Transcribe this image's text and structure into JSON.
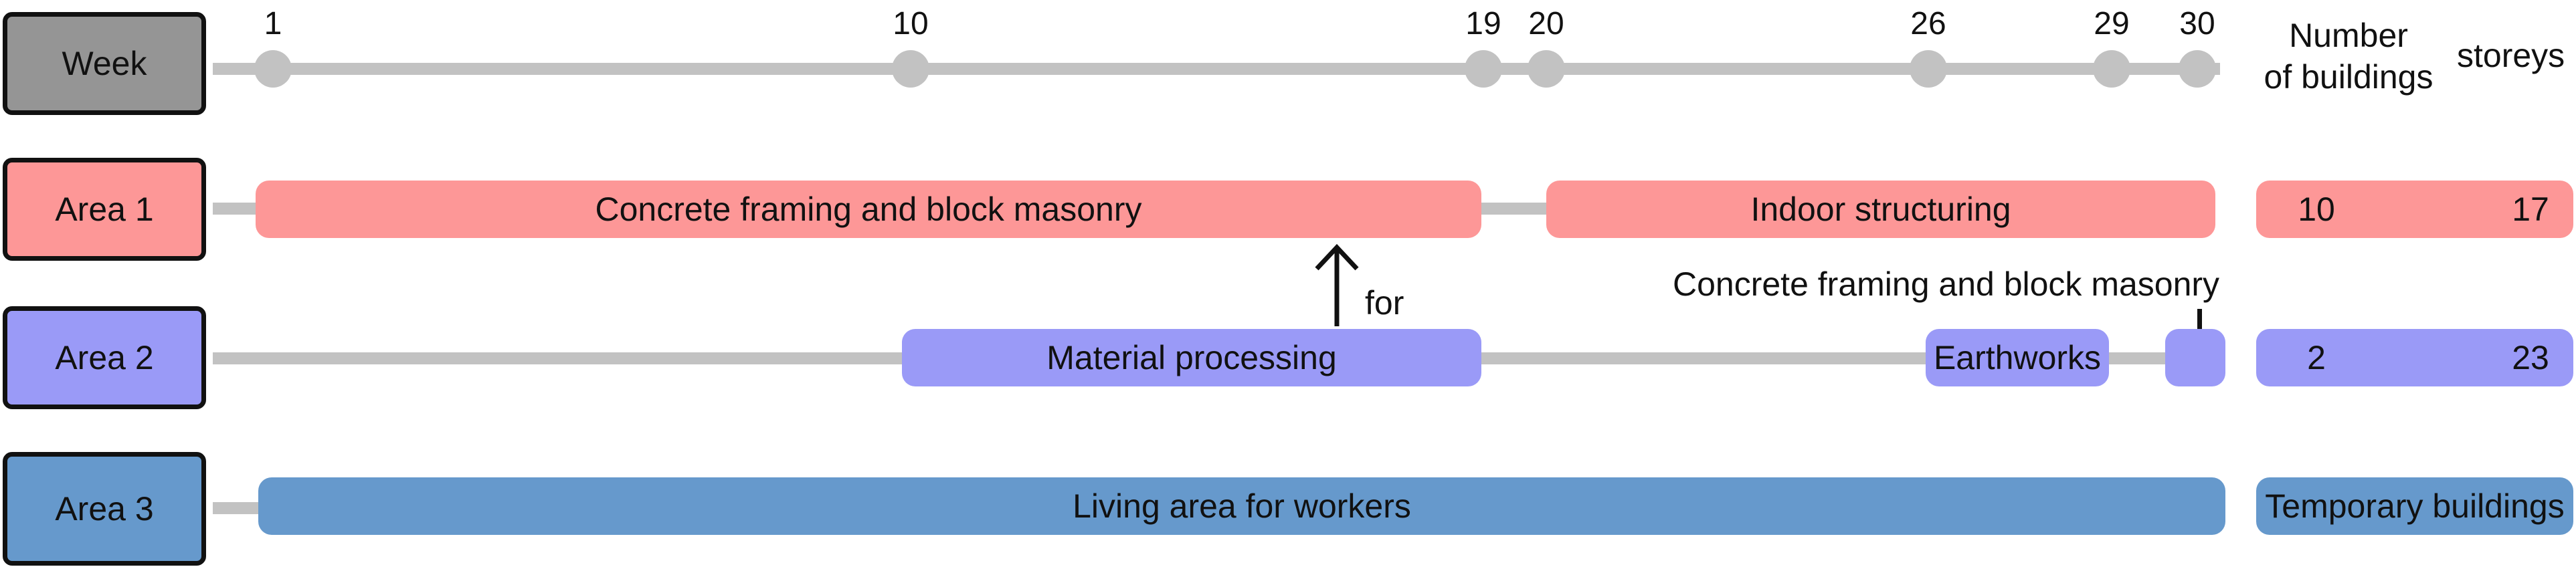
{
  "rows": {
    "week": {
      "label": "Week",
      "color": "#959595"
    },
    "area1": {
      "label": "Area 1",
      "color": "#fd9797"
    },
    "area2": {
      "label": "Area 2",
      "color": "#9a9af7"
    },
    "area3": {
      "label": "Area 3",
      "color": "#6699cc"
    }
  },
  "week_ticks": [
    "1",
    "10",
    "19",
    "20",
    "26",
    "29",
    "30"
  ],
  "headers": {
    "number_line1": "Number",
    "number_line2": "of buildings",
    "storeys": "storeys"
  },
  "area1": {
    "activities": [
      "Concrete framing and block masonry",
      "Indoor structuring"
    ],
    "buildings": "10",
    "storeys": "17"
  },
  "area2": {
    "activities": [
      "Material processing",
      "Earthworks",
      ""
    ],
    "annotation_above": "Concrete framing and block masonry",
    "buildings": "2",
    "storeys": "23"
  },
  "area3": {
    "activities": [
      "Living area for workers"
    ],
    "note": "Temporary buildings"
  },
  "arrow_label": "for"
}
